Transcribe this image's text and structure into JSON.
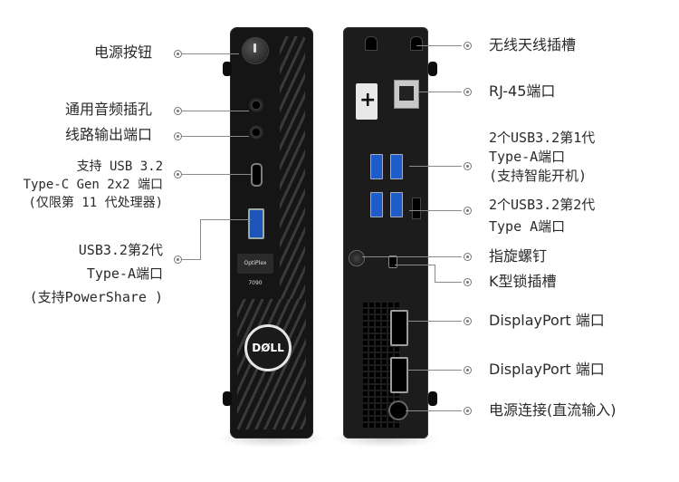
{
  "front_labels": [
    {
      "id": "power-button",
      "text": "电源按钮"
    },
    {
      "id": "universal-audio",
      "text": "通用音频插孔"
    },
    {
      "id": "line-out",
      "text": "线路输出端口"
    },
    {
      "id": "usbc-line1",
      "text": "支持 USB 3.2"
    },
    {
      "id": "usbc-line2",
      "text": "Type-C Gen 2x2 端口"
    },
    {
      "id": "usbc-line3",
      "text": "(仅限第 11 代处理器)"
    },
    {
      "id": "usba-line1",
      "text": "USB3.2第2代"
    },
    {
      "id": "usba-line2",
      "text": "Type-A端口"
    },
    {
      "id": "usba-line3",
      "text": "(支持PowerShare )"
    }
  ],
  "back_labels": [
    {
      "id": "wireless-antenna",
      "text": "无线天线插槽"
    },
    {
      "id": "rj45",
      "text": "RJ-45端口"
    },
    {
      "id": "usb-gen1-line1",
      "text": "2个USB3.2第1代"
    },
    {
      "id": "usb-gen1-line2",
      "text": "Type-A端口"
    },
    {
      "id": "usb-gen1-line3",
      "text": "(支持智能开机)"
    },
    {
      "id": "usb-gen2-line1",
      "text": "2个USB3.2第2代"
    },
    {
      "id": "usb-gen2-line2",
      "text": "Type A端口"
    },
    {
      "id": "thumbscrew",
      "text": "指旋螺钉"
    },
    {
      "id": "kensington",
      "text": "K型锁插槽"
    },
    {
      "id": "dp1",
      "text": "DisplayPort 端口"
    },
    {
      "id": "dp2",
      "text": "DisplayPort 端口"
    },
    {
      "id": "power-in",
      "text": "电源连接(直流输入)"
    }
  ],
  "device": {
    "model_tag": "OptiPlex 7090",
    "logo": "DØLL"
  },
  "colors": {
    "chassis": "#151515",
    "usb_blue": "#1e5cc9",
    "leader_line": "#8a8a8a"
  }
}
